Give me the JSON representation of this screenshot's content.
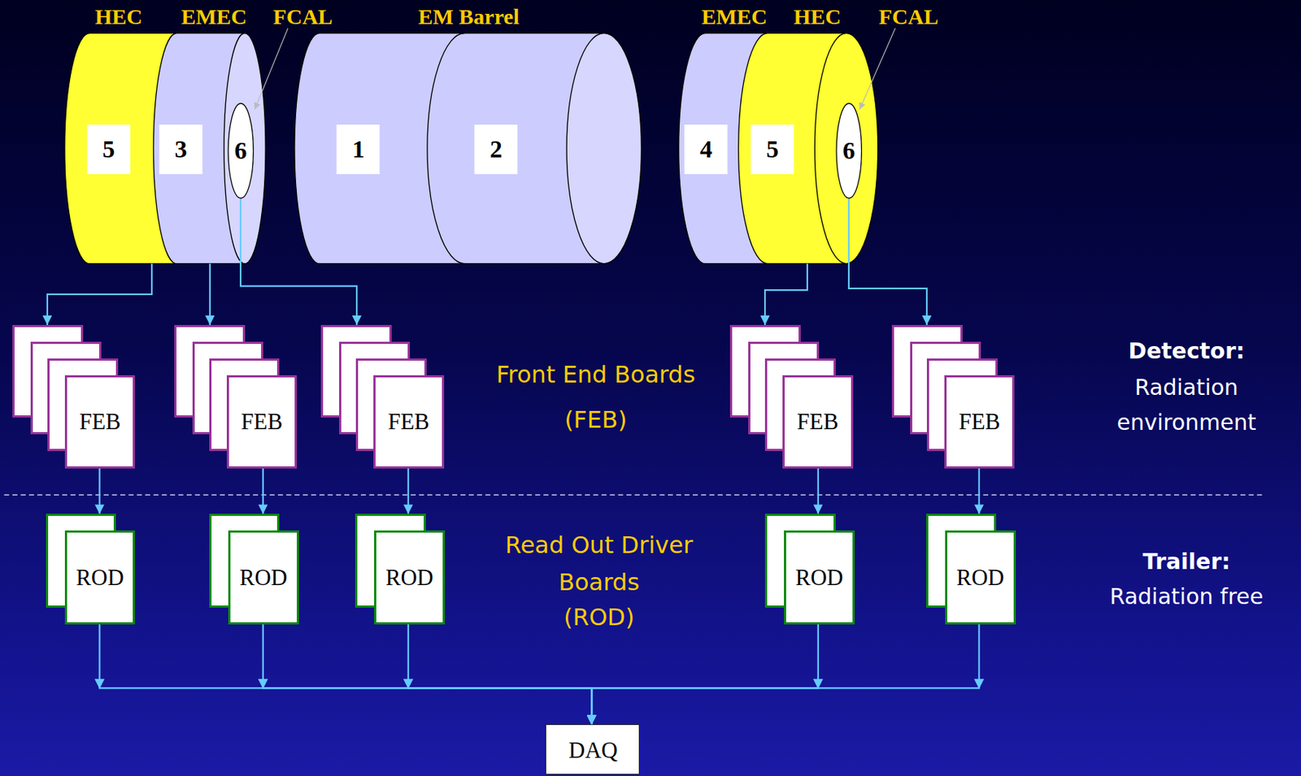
{
  "diagram": {
    "nodes": [
      {
        "text": [
          "HEC",
          "5"
        ]
      },
      {
        "text": [
          "EMEC",
          "3"
        ]
      },
      {
        "text": [
          "FCAL",
          "6"
        ],
        "in": 1
      },
      {
        "text": [
          "EM Barrel"
        ]
      },
      {
        "text": [
          "1"
        ],
        "in": 3
      },
      {
        "text": [
          "2"
        ],
        "in": 3
      },
      {
        "text": [
          "EMEC",
          "4"
        ]
      },
      {
        "text": [
          "HEC",
          "5"
        ]
      },
      {
        "text": [
          "FCAL",
          "6"
        ],
        "in": 7
      },
      {
        "text": [
          "FEB"
        ]
      },
      {
        "text": [
          "FEB"
        ]
      },
      {
        "text": [
          "FEB"
        ]
      },
      {
        "text": [
          "FEB"
        ]
      },
      {
        "text": [
          "FEB"
        ]
      },
      {
        "text": [
          "ROD"
        ]
      },
      {
        "text": [
          "ROD"
        ]
      },
      {
        "text": [
          "ROD"
        ]
      },
      {
        "text": [
          "ROD"
        ]
      },
      {
        "text": [
          "ROD"
        ]
      },
      {
        "text": [
          "DAQ"
        ]
      }
    ],
    "edges": [
      {
        "from": 0,
        "to": 9,
        "arrow": "to"
      },
      {
        "from": 1,
        "to": 10,
        "arrow": "to"
      },
      {
        "from": 2,
        "to": 11,
        "arrow": "to"
      },
      {
        "from": 7,
        "to": 12,
        "arrow": "to"
      },
      {
        "from": 8,
        "to": 13,
        "arrow": "to"
      },
      {
        "from": 9,
        "to": 14,
        "arrow": "to"
      },
      {
        "from": 10,
        "to": 15,
        "arrow": "to"
      },
      {
        "from": 11,
        "to": 16,
        "arrow": "to"
      },
      {
        "from": 12,
        "to": 17,
        "arrow": "to"
      },
      {
        "from": 13,
        "to": 18,
        "arrow": "to"
      },
      {
        "from": 14,
        "to": 19,
        "arrow": "to"
      },
      {
        "from": 15,
        "to": 19,
        "arrow": "to"
      },
      {
        "from": 16,
        "to": 19,
        "arrow": "to"
      },
      {
        "from": 17,
        "to": 19,
        "arrow": "to"
      },
      {
        "from": 18,
        "to": 19,
        "arrow": "to"
      }
    ],
    "labels": [
      "Front End Boards",
      "(FEB)",
      "Read Out Driver Boards",
      "(ROD)",
      "Detector:",
      "Radiation environment",
      "Trailer:",
      "Radiation free"
    ]
  }
}
